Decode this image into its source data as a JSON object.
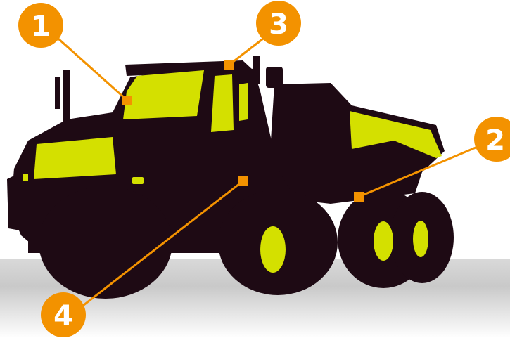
{
  "colors": {
    "truck_body": "#1e0a14",
    "highlight": "#d4e000",
    "callout": "#f39200",
    "ground_top": "#ffffff",
    "ground_bottom": "#bdbdbd"
  },
  "callouts": [
    {
      "label": "1",
      "part": "cab-windshield"
    },
    {
      "label": "2",
      "part": "rear-chassis"
    },
    {
      "label": "3",
      "part": "cab-roof"
    },
    {
      "label": "4",
      "part": "front-chassis"
    }
  ]
}
